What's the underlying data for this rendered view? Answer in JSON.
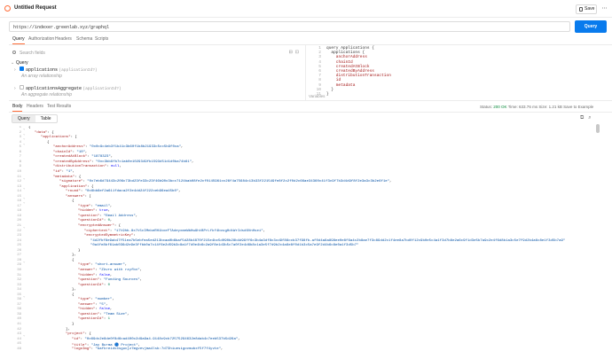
{
  "header": {
    "title": "Untitled Request",
    "save_label": "Save",
    "more_label": "⋯"
  },
  "url": {
    "value": "https://indexer.greenlab.xyz/graphql",
    "run_label": "Query"
  },
  "request_tabs": [
    "Query",
    "Authorization",
    "Headers",
    "Schema",
    "Scripts"
  ],
  "explorer": {
    "search_placeholder": "Search fields",
    "root_label": "Query",
    "fields": [
      {
        "name": "applications",
        "args": "(applicationId?)",
        "checked": true,
        "note": "An array relationship"
      },
      {
        "name": "applicationsAggregate",
        "args": "(applicationId?)",
        "checked": false,
        "note": "An aggregate relationship"
      }
    ]
  },
  "query_editor": {
    "lines": [
      "query Applications {",
      "  applications {",
      "    anchorAddress",
      "    chainId",
      "    createdAtBlock",
      "    createdByAddress",
      "    distributionTransaction",
      "    id",
      "    metadata",
      "  }",
      "}"
    ],
    "variables_label": "Variables"
  },
  "response_tabs": [
    "Body",
    "Headers",
    "Test Results"
  ],
  "status": {
    "label": "Status:",
    "code": "200 OK",
    "time": "Time: 633.76 ms",
    "size": "Size: 1.21 kB",
    "save": "Save to Example"
  },
  "view_modes": [
    "Query",
    "Table"
  ],
  "json_lines": [
    [
      0,
      [
        [
          "p",
          "{"
        ]
      ]
    ],
    [
      1,
      [
        [
          "k",
          "\"data\""
        ],
        [
          "p",
          ": {"
        ]
      ]
    ],
    [
      2,
      [
        [
          "k",
          "\"applications\""
        ],
        [
          "p",
          ": ["
        ]
      ]
    ],
    [
      3,
      [
        [
          "p",
          "{"
        ]
      ]
    ],
    [
      4,
      [
        [
          "k",
          "\"anchorAddress\""
        ],
        [
          "p",
          ": "
        ],
        [
          "s",
          "\"0x0c9c4eb3f1b41c3b60f1b8b21933c5cc5b9f0ca\""
        ],
        [
          "p",
          ","
        ]
      ]
    ],
    [
      4,
      [
        [
          "k",
          "\"chainId\""
        ],
        [
          "p",
          ": "
        ],
        [
          "s",
          "\"10\""
        ],
        [
          "p",
          ","
        ]
      ]
    ],
    [
      4,
      [
        [
          "k",
          "\"createdAtBlock\""
        ],
        [
          "p",
          ": "
        ],
        [
          "s",
          "\"1878323\""
        ],
        [
          "p",
          ","
        ]
      ]
    ],
    [
      4,
      [
        [
          "k",
          "\"createdByAddress\""
        ],
        [
          "p",
          ": "
        ],
        [
          "s",
          "\"0xc3bb9fb7c1ab0e1029349fb1593d51d1d0ba74b61\""
        ],
        [
          "p",
          ","
        ]
      ]
    ],
    [
      4,
      [
        [
          "k",
          "\"distributionTransaction\""
        ],
        [
          "p",
          ": "
        ],
        [
          "b",
          "null"
        ],
        [
          "p",
          ","
        ]
      ]
    ],
    [
      4,
      [
        [
          "k",
          "\"id\""
        ],
        [
          "p",
          ": "
        ],
        [
          "s",
          "\"1\""
        ],
        [
          "p",
          ","
        ]
      ]
    ],
    [
      4,
      [
        [
          "k",
          "\"metadata\""
        ],
        [
          "p",
          ": {"
        ]
      ]
    ],
    [
      5,
      [
        [
          "k",
          "\"signature\""
        ],
        [
          "p",
          ": "
        ],
        [
          "s",
          "\"0x7eb6d79443c206c73bd23fe33c23f46b90c3bcc7124bab08fe2cf0145961cc26f4a75684c13b33f221549fe8f2c2f0d2c66ae34360c41f3c9f7b3d4d9f8f2e3a3c3b2e6f1e\""
        ],
        [
          "p",
          ","
        ]
      ]
    ],
    [
      5,
      [
        [
          "k",
          "\"application\""
        ],
        [
          "p",
          ": {"
        ]
      ]
    ],
    [
      6,
      [
        [
          "k",
          "\"round\""
        ],
        [
          "p",
          ": "
        ],
        [
          "s",
          "\"0x6bb6ef2a611fdaca2f2e4dd24f222ceb96ea45b0\""
        ],
        [
          "p",
          ","
        ]
      ]
    ],
    [
      6,
      [
        [
          "k",
          "\"answers\""
        ],
        [
          "p",
          ": ["
        ]
      ]
    ],
    [
      7,
      [
        [
          "p",
          "{"
        ]
      ]
    ],
    [
      8,
      [
        [
          "k",
          "\"type\""
        ],
        [
          "p",
          ": "
        ],
        [
          "s",
          "\"email\""
        ],
        [
          "p",
          ","
        ]
      ]
    ],
    [
      8,
      [
        [
          "k",
          "\"hidden\""
        ],
        [
          "p",
          ": "
        ],
        [
          "b",
          "true"
        ],
        [
          "p",
          ","
        ]
      ]
    ],
    [
      8,
      [
        [
          "k",
          "\"question\""
        ],
        [
          "p",
          ": "
        ],
        [
          "s",
          "\"Email Address\""
        ],
        [
          "p",
          ","
        ]
      ]
    ],
    [
      8,
      [
        [
          "k",
          "\"questionId\""
        ],
        [
          "p",
          ": "
        ],
        [
          "n",
          "0"
        ],
        [
          "p",
          ","
        ]
      ]
    ],
    [
      8,
      [
        [
          "k",
          "\"encryptedAnswer\""
        ],
        [
          "p",
          ": {"
        ]
      ]
    ],
    [
      9,
      [
        [
          "k",
          "\"ciphertext\""
        ],
        [
          "p",
          ": "
        ],
        [
          "s",
          "\"i7t9hb.8x7t5cIMnbeRH1bxeFTAdeyxmeWbHw9htBPrLfkf4bvugHdtWrIdsd6VnHsei\""
        ],
        [
          "p",
          ","
        ]
      ]
    ],
    [
      9,
      [
        [
          "k",
          "\"encryptedSymmetricKey\""
        ],
        [
          "p",
          ": "
        ]
      ]
    ],
    [
      10,
      [
        [
          "s",
          "\"4d2fbf8e9ab47f51ea7b5ebfea5ed213bcaa0b6baf5d28b4870f215e4bc5d090b28b4d99ff6c3b4a3df8c3cd9f86ccb37f98fb-af0d4a8a898ee0e8f6a4c2b8ae7f3c89dd2c1f4ee8a7bd0f12c9b0e5c4a1f3d7b8e2a6c9f1d3e5b7a9c2e4f6d8b1a3c5e7f9d2b4a6c8e1f3d5b7a9\""
        ]
      ]
    ],
    [
      10,
      [
        [
          "s",
          "\"0a4fe8bf61ab036d2e9e3ffbb0a7c14f6e2d59b3c8a1f7d0e4b6c2a9f8e1d3b5c7a0f2e4d6b8c1a3e5f7d9b2c4a6e8f0d1b3c5a7e9f2d4b6c8e0a1f3d5b7\""
        ]
      ]
    ],
    [
      8,
      [
        [
          "p",
          "}"
        ]
      ]
    ],
    [
      7,
      [
        [
          "p",
          "},"
        ]
      ]
    ],
    [
      7,
      [
        [
          "p",
          "{"
        ]
      ]
    ],
    [
      8,
      [
        [
          "k",
          "\"type\""
        ],
        [
          "p",
          ": "
        ],
        [
          "s",
          "\"short-answer\""
        ],
        [
          "p",
          ","
        ]
      ]
    ],
    [
      8,
      [
        [
          "k",
          "\"answer\""
        ],
        [
          "p",
          ": "
        ],
        [
          "s",
          "\"Zkvro with rzyfbv\""
        ],
        [
          "p",
          ","
        ]
      ]
    ],
    [
      8,
      [
        [
          "k",
          "\"hidden\""
        ],
        [
          "p",
          ": "
        ],
        [
          "b",
          "false"
        ],
        [
          "p",
          ","
        ]
      ]
    ],
    [
      8,
      [
        [
          "k",
          "\"question\""
        ],
        [
          "p",
          ": "
        ],
        [
          "s",
          "\"Funding Sources\""
        ],
        [
          "p",
          ","
        ]
      ]
    ],
    [
      8,
      [
        [
          "k",
          "\"questionId\""
        ],
        [
          "p",
          ": "
        ],
        [
          "n",
          "0"
        ]
      ]
    ],
    [
      7,
      [
        [
          "p",
          "},"
        ]
      ]
    ],
    [
      7,
      [
        [
          "p",
          "{"
        ]
      ]
    ],
    [
      8,
      [
        [
          "k",
          "\"type\""
        ],
        [
          "p",
          ": "
        ],
        [
          "s",
          "\"number\""
        ],
        [
          "p",
          ","
        ]
      ]
    ],
    [
      8,
      [
        [
          "k",
          "\"answer\""
        ],
        [
          "p",
          ": "
        ],
        [
          "s",
          "\"5\""
        ],
        [
          "p",
          ","
        ]
      ]
    ],
    [
      8,
      [
        [
          "k",
          "\"hidden\""
        ],
        [
          "p",
          ": "
        ],
        [
          "b",
          "false"
        ],
        [
          "p",
          ","
        ]
      ]
    ],
    [
      8,
      [
        [
          "k",
          "\"question\""
        ],
        [
          "p",
          ": "
        ],
        [
          "s",
          "\"Team Size\""
        ],
        [
          "p",
          ","
        ]
      ]
    ],
    [
      8,
      [
        [
          "k",
          "\"questionId\""
        ],
        [
          "p",
          ": "
        ],
        [
          "n",
          "1"
        ]
      ]
    ],
    [
      7,
      [
        [
          "p",
          "}"
        ]
      ]
    ],
    [
      6,
      [
        [
          "p",
          "],"
        ]
      ]
    ],
    [
      6,
      [
        [
          "k",
          "\"project\""
        ],
        [
          "p",
          ": {"
        ]
      ]
    ],
    [
      7,
      [
        [
          "k",
          "\"id\""
        ],
        [
          "p",
          ": "
        ],
        [
          "s",
          "\"0x69dc2e8de0f8d6cad400c2d9a9a4-9148c9cb72575294632e8dab4c7eeb537b5d26a\""
        ],
        [
          "p",
          ","
        ]
      ]
    ],
    [
      7,
      [
        [
          "k",
          "\"title\""
        ],
        [
          "p",
          ": "
        ],
        [
          "s",
          "\"Jay Burma 🔵 Project\""
        ],
        [
          "p",
          ","
        ]
      ]
    ],
    [
      7,
      [
        [
          "k",
          "\"logoImg\""
        ],
        [
          "p",
          ": "
        ],
        [
          "s",
          "\"bafkreidv4sgucjz7mgvevjma4lsb:7d73hiuesigovmubxf5f7f4yvte\""
        ],
        [
          "p",
          ","
        ]
      ]
    ]
  ]
}
